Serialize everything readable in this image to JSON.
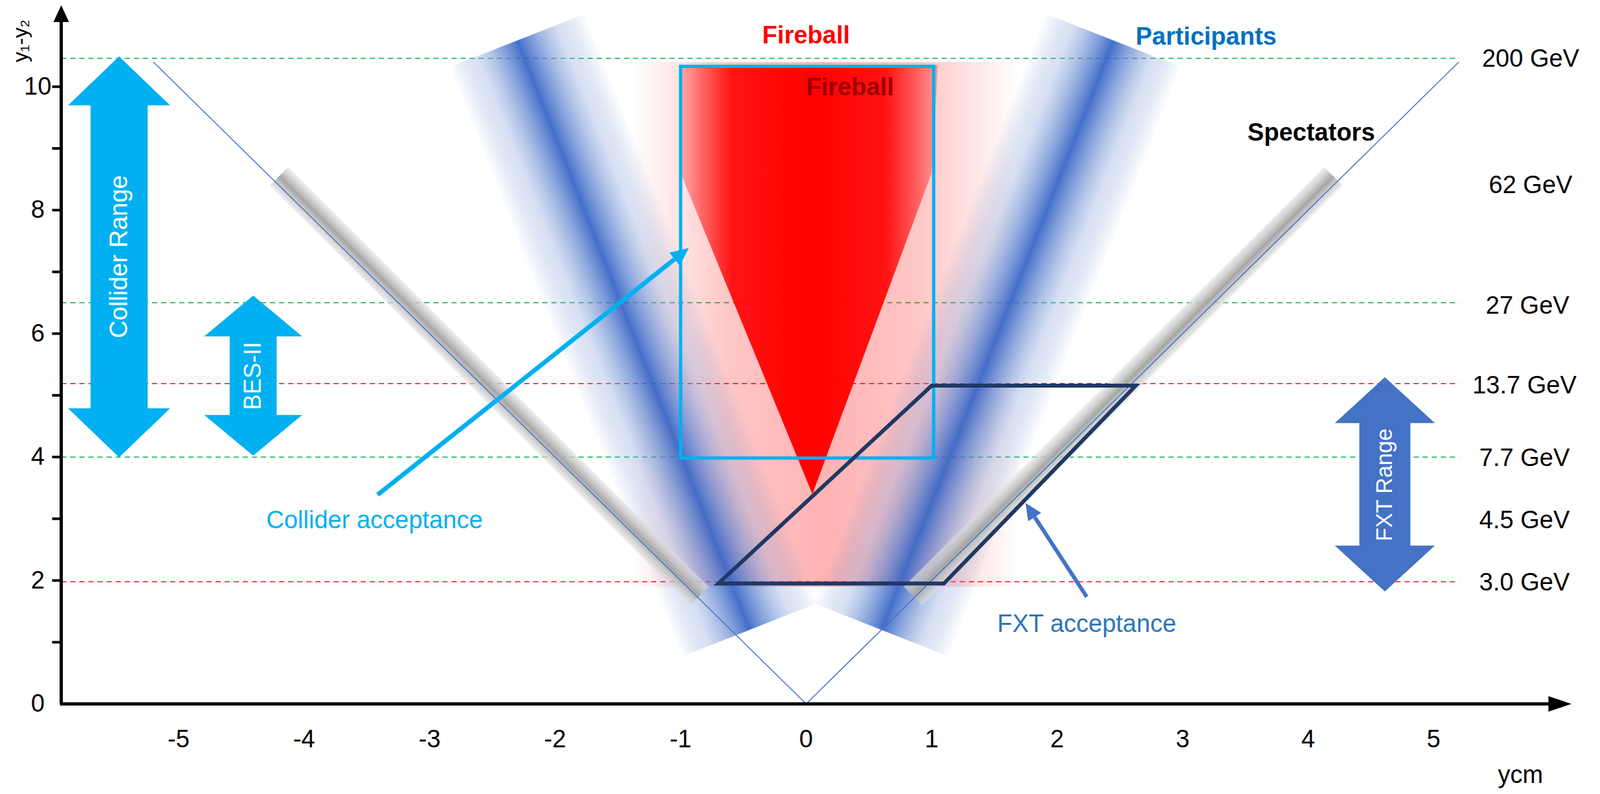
{
  "diagram": {
    "nodes": [
      {
        "text": [
          "Collider Range"
        ]
      },
      {
        "text": [
          "BES-II"
        ]
      },
      {
        "text": [
          "FXT Range"
        ]
      }
    ],
    "labels": [
      "y₁-y₂",
      "0",
      "2",
      "4",
      "6",
      "8",
      "10",
      "-5",
      "-4",
      "-3",
      "-2",
      "-1",
      "0",
      "1",
      "2",
      "3",
      "4",
      "5",
      "ycm",
      "Fireball",
      "Fireball",
      "Participants",
      "Spectators",
      "Collider acceptance",
      "FXT acceptance",
      "200 GeV",
      "62 GeV",
      "27 GeV",
      "13.7 GeV",
      "7.7 GeV",
      "4.5 GeV",
      "3.0 GeV"
    ]
  }
}
